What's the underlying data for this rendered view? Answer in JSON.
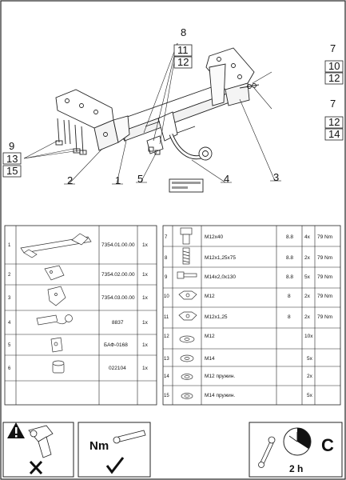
{
  "diagram": {
    "callouts": [
      {
        "id": "c8",
        "text": "8"
      },
      {
        "id": "c11a",
        "text": "11"
      },
      {
        "id": "c12a",
        "text": "12"
      },
      {
        "id": "c7a",
        "text": "7"
      },
      {
        "id": "c10",
        "text": "10"
      },
      {
        "id": "c12b",
        "text": "12"
      },
      {
        "id": "c7b",
        "text": "7"
      },
      {
        "id": "c12c",
        "text": "12"
      },
      {
        "id": "c14",
        "text": "14"
      },
      {
        "id": "c9",
        "text": "9"
      },
      {
        "id": "c13",
        "text": "13"
      },
      {
        "id": "c15",
        "text": "15"
      },
      {
        "id": "c2",
        "text": "2"
      },
      {
        "id": "c1",
        "text": "1"
      },
      {
        "id": "c5",
        "text": "5"
      },
      {
        "id": "c4",
        "text": "4"
      },
      {
        "id": "c3",
        "text": "3"
      }
    ]
  },
  "left_table": {
    "rows": [
      {
        "num": "1",
        "code": "7354.01.00.00",
        "qty": "1x"
      },
      {
        "num": "2",
        "code": "7354.02.00.00",
        "qty": "1x"
      },
      {
        "num": "3",
        "code": "7354.03.00.00",
        "qty": "1x"
      },
      {
        "num": "4",
        "code": "8837",
        "qty": "1x"
      },
      {
        "num": "5",
        "code": "БАФ-0168",
        "qty": "1x"
      },
      {
        "num": "6",
        "code": "022104",
        "qty": "1x"
      }
    ]
  },
  "right_table": {
    "rows": [
      {
        "num": "7",
        "name": "M12x40",
        "grade": "8.8",
        "qty": "4x",
        "torque": "79 Nm"
      },
      {
        "num": "8",
        "name": "M12x1,25x75",
        "grade": "8.8",
        "qty": "2x",
        "torque": "79 Nm"
      },
      {
        "num": "9",
        "name": "M14x2,0x130",
        "grade": "8.8",
        "qty": "5x",
        "torque": "79 Nm"
      },
      {
        "num": "10",
        "name": "M12",
        "grade": "8",
        "qty": "2x",
        "torque": "79 Nm"
      },
      {
        "num": "11",
        "name": "M12x1,25",
        "grade": "8",
        "qty": "2x",
        "torque": "79 Nm"
      },
      {
        "num": "12",
        "name": "M12",
        "grade": "",
        "qty": "10x",
        "torque": ""
      },
      {
        "num": "13",
        "name": "M14",
        "grade": "",
        "qty": "5x",
        "torque": ""
      },
      {
        "num": "14",
        "name": "M12 пружин.",
        "grade": "",
        "qty": "2x",
        "torque": ""
      },
      {
        "num": "15",
        "name": "M14 пружин.",
        "grade": "",
        "qty": "5x",
        "torque": ""
      }
    ]
  },
  "footer": {
    "torque_label": "Nm",
    "time_label": "2 h",
    "difficulty": "C"
  },
  "icons": {
    "warning": "warning-triangle-icon",
    "impact_wrench": "impact-wrench-icon",
    "cross": "cross-icon",
    "torque_wrench": "torque-wrench-icon",
    "check": "check-icon",
    "spanner": "spanner-icon",
    "clock": "clock-icon"
  }
}
